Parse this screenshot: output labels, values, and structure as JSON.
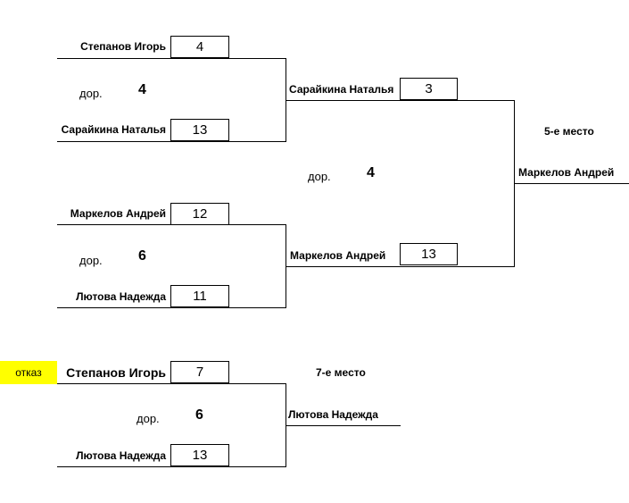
{
  "extra_time_label": "дор.",
  "refusal_label": "отказ",
  "places": {
    "fifth": "5-е место",
    "seventh": "7-е место"
  },
  "semi1": {
    "p1": {
      "name": "Степанов Игорь",
      "score": "4"
    },
    "p2": {
      "name": "Сарайкина Наталья",
      "score": "13"
    },
    "extra": "4"
  },
  "semi2": {
    "p1": {
      "name": "Маркелов Андрей",
      "score": "12"
    },
    "p2": {
      "name": "Лютова Надежда",
      "score": "11"
    },
    "extra": "6"
  },
  "final5": {
    "p1": {
      "name": "Сарайкина Наталья",
      "score": "3"
    },
    "p2": {
      "name": "Маркелов Андрей",
      "score": "13"
    },
    "extra": "4",
    "winner": "Маркелов Андрей"
  },
  "final7": {
    "p1": {
      "name": "Степанов Игорь",
      "score": "7"
    },
    "p2": {
      "name": "Лютова Надежда",
      "score": "13"
    },
    "extra": "6",
    "winner": "Лютова Надежда"
  }
}
